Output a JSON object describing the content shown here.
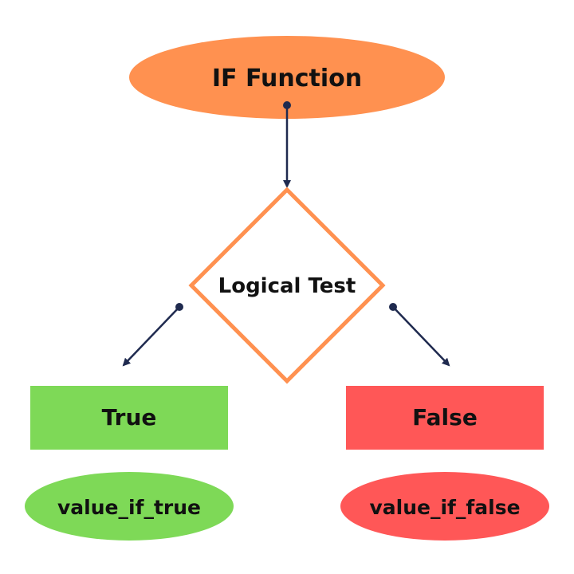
{
  "diagram": {
    "nodes": {
      "start": {
        "label": "IF Function",
        "color": "#ff9150"
      },
      "decision": {
        "label": "Logical Test",
        "border_color": "#ff9150"
      },
      "true_box": {
        "label": "True",
        "color": "#7ed957"
      },
      "false_box": {
        "label": "False",
        "color": "#ff5757"
      },
      "true_value": {
        "label": "value_if_true",
        "color": "#7ed957"
      },
      "false_value": {
        "label": "value_if_false",
        "color": "#ff5757"
      }
    },
    "connector_color": "#1f2a4f"
  }
}
